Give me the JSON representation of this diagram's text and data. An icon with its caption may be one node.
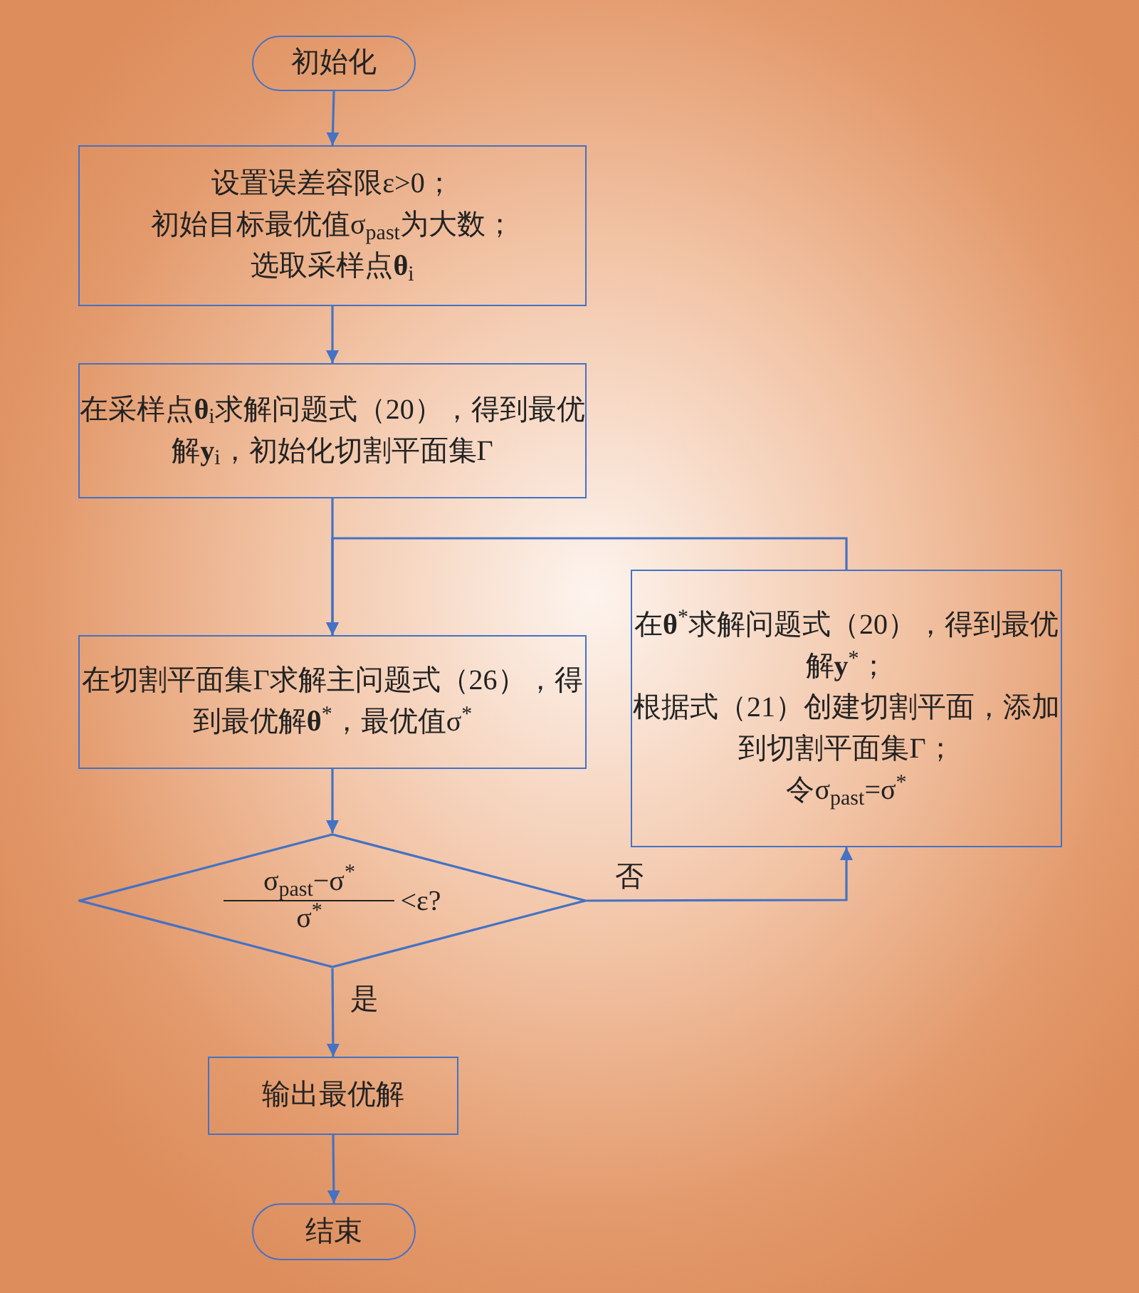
{
  "diagram": {
    "nodes": [
      {
        "text": [
          "初始化"
        ]
      },
      {
        "text": [
          "设置误差容限ε>0；",
          "初始目标最优值σ$_{past}$为大数；",
          "选取采样点**θ**$_{i}$"
        ]
      },
      {
        "text": [
          "在采样点**θ**$_{i}$求解问题式（20），得到最优解**y**$_{i}$，初始化切割平面集Γ"
        ]
      },
      {
        "text": [
          "在切割平面集Γ求解主问题式（26），得到最优解**θ**$^{*}$，最优值σ$^{*}$"
        ]
      },
      {
        "text": [
          "σ$_{past}$−σ$^{*}$",
          "σ$^{*}$",
          "<ε?"
        ]
      },
      {
        "text": [
          "在**θ**$^{*}$求解问题式（20），得到最优解**y**$^{*}$；",
          "根据式（21）创建切割平面，添加到切割平面集Γ；",
          "令σ$_{past}$=σ$^{*}$"
        ]
      },
      {
        "text": [
          "输出最优解"
        ]
      },
      {
        "text": [
          "结束"
        ]
      }
    ],
    "edges": [
      {
        "from": 0,
        "to": 1,
        "arrow": "to"
      },
      {
        "from": 1,
        "to": 2,
        "arrow": "to"
      },
      {
        "from": 2,
        "to": 3,
        "arrow": "to"
      },
      {
        "from": 3,
        "to": 4,
        "arrow": "to"
      },
      {
        "from": 4,
        "to": 5,
        "arrow": "to",
        "label": "否"
      },
      {
        "from": 5,
        "to": 3,
        "arrow": "to"
      },
      {
        "from": 4,
        "to": 6,
        "arrow": "to",
        "label": "是"
      },
      {
        "from": 6,
        "to": 7,
        "arrow": "to"
      }
    ]
  }
}
